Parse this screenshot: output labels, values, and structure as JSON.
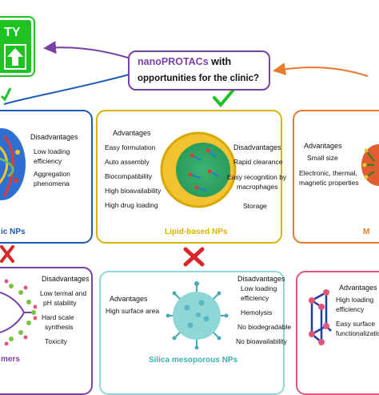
{
  "badge": {
    "text": "TY"
  },
  "center": {
    "title_a": "nanoPROTACs",
    "title_b": " with",
    "subtitle": "opportunities for the clinic?"
  },
  "polymeric": {
    "label": "ic NPs",
    "disadvantages_title": "Disadvantages",
    "disadvantages": [
      "Low loading",
      "efficiency",
      "Aggregation",
      "phenomena"
    ]
  },
  "lipid": {
    "label": "Lipid-based NPs",
    "advantages_title": "Advantages",
    "advantages": [
      "Easy formulation",
      "Auto assembly",
      "Biocompatibility",
      "High bioavailability",
      "High drug loading"
    ],
    "disadvantages_title": "Disadvantages",
    "disadvantages": [
      "Rapid clearance",
      "Easy recognition by",
      "macrophages",
      "Storage"
    ]
  },
  "metal": {
    "label": "M",
    "advantages_title": "Advantages",
    "advantages": [
      "Small size",
      "Electronic, thermal,",
      "magnetic properties"
    ]
  },
  "dendrimers": {
    "label": "mers",
    "disadvantages_title": "Disadvantages",
    "disadvantages": [
      "Low termal and",
      "pH stability",
      "Hard scale",
      "synthesis",
      "Toxicity"
    ]
  },
  "silica": {
    "label": "Silica mesoporous NPs",
    "advantages_title": "Advantages",
    "advantages": [
      "High surface area"
    ],
    "disadvantages_title": "Disadvantages",
    "disadvantages": [
      "Low loading",
      "efficiency",
      "Hemolysis",
      "No biodegradable",
      "No bioavailability"
    ]
  },
  "mof": {
    "advantages_title": "Advantages",
    "advantages": [
      "High loading",
      "efficiency",
      "Easy surface",
      "functionalization"
    ]
  },
  "colors": {
    "green": "#1fc321",
    "blue": "#1d5bb5",
    "orange": "#e87a2a",
    "purple": "#7b3fa8",
    "gold": "#d9b400",
    "teal": "#8fd6d6",
    "pink": "#e2557a",
    "red": "#d8272b"
  }
}
